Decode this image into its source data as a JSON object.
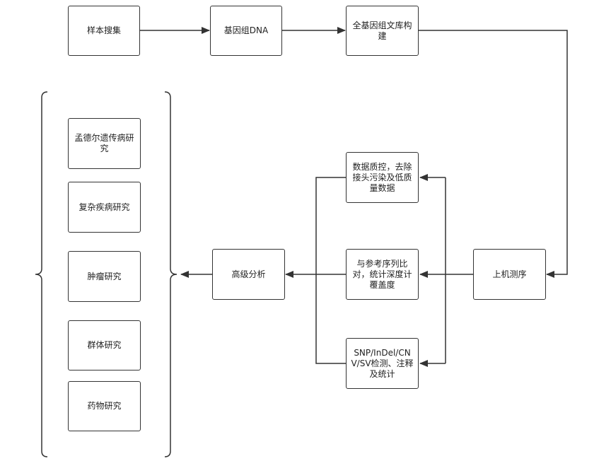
{
  "diagram": {
    "nodes": {
      "sample": "样本搜集",
      "dna": "基因组DNA",
      "library": "全基因组文库构建",
      "sequencing": "上机测序",
      "qc": "数据质控，去除接头污染及低质量数据",
      "align": "与参考序列比对，统计深度计覆盖度",
      "variant": "SNP/InDel/CNV/SV检测、注释及统计",
      "analysis": "高级分析",
      "mendel": "孟德尔遗传病研究",
      "complex": "复杂疾病研究",
      "tumor": "肿瘤研究",
      "population": "群体研究",
      "drug": "药物研究"
    },
    "colors": {
      "line": "#333333",
      "border": "#333333",
      "text": "#222222"
    }
  }
}
